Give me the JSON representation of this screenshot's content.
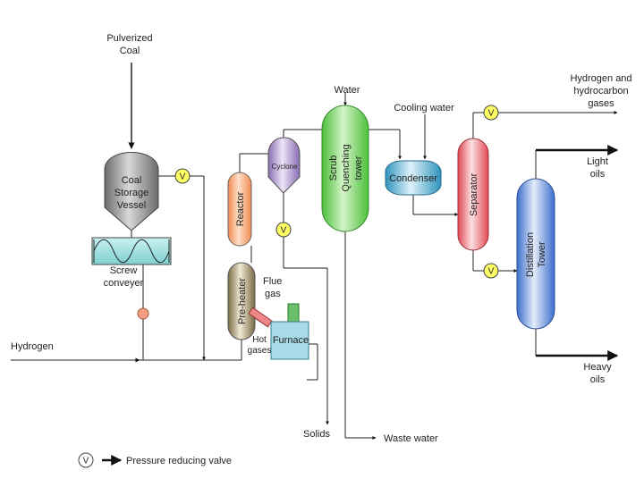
{
  "labels": {
    "pulverized_coal_1": "Pulverized",
    "pulverized_coal_2": "Coal",
    "coal_vessel_1": "Coal",
    "coal_vessel_2": "Storage",
    "coal_vessel_3": "Vessel",
    "screw_1": "Screw",
    "screw_2": "conveyer",
    "hydrogen": "Hydrogen",
    "reactor": "Reactor",
    "preheater": "Pre-heater",
    "cyclone": "Cyclone",
    "flue_1": "Flue",
    "flue_2": "gas",
    "furnace": "Furnace",
    "hot_1": "Hot",
    "hot_2": "gases",
    "water": "Water",
    "scrub_1": "Scrub",
    "scrub_2": "Quenching",
    "scrub_3": "tower",
    "cooling_water": "Cooling water",
    "condenser": "Condenser",
    "separator": "Separator",
    "distillation_1": "Distillation",
    "distillation_2": "Tower",
    "h2_gases_1": "Hydrogen and",
    "h2_gases_2": "hydrocarbon",
    "h2_gases_3": "gases",
    "light_1": "Light",
    "light_2": "oils",
    "heavy_1": "Heavy",
    "heavy_2": "oils",
    "solids": "Solids",
    "waste_water": "Waste water",
    "valve_symbol": "V",
    "legend_text": "Pressure reducing valve"
  },
  "colors": {
    "coal_vessel": "#8a8a8a",
    "screw_conveyer": "#9fe0e0",
    "reactor": "#f3a070",
    "preheater": "#8c7e5c",
    "cyclone": "#8e72b4",
    "scrub_tower": "#5fc84a",
    "condenser": "#4aa6c8",
    "separator": "#e8525a",
    "distillation": "#4c7fd4",
    "furnace": "#8fd3e6",
    "valve": "#ffff66",
    "pump": "#f0a080"
  }
}
